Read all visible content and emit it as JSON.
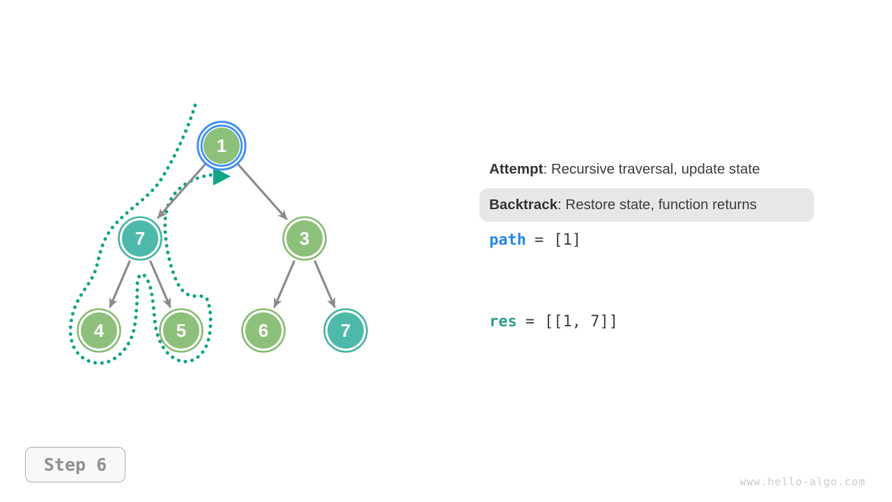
{
  "colors": {
    "node_green_fill": "#8DC07A",
    "node_green_ring": "#84BA6E",
    "node_teal_fill": "#4CB9AA",
    "node_teal_ring": "#3FB2A2",
    "highlight_blue": "#3E8EF5",
    "edge_gray": "#8A8A8A",
    "trace_teal": "#13A485",
    "keyword_blue": "#2589E9",
    "keyword_teal": "#2D9E90",
    "text_dark": "#3B3B3B",
    "backtrack_box_bg": "#E7E7E7"
  },
  "tree": {
    "nodes": [
      {
        "value": "1",
        "color": "green",
        "highlighted": true
      },
      {
        "value": "7",
        "color": "teal",
        "highlighted": false
      },
      {
        "value": "3",
        "color": "green",
        "highlighted": false
      },
      {
        "value": "4",
        "color": "green",
        "highlighted": false
      },
      {
        "value": "5",
        "color": "green",
        "highlighted": false
      },
      {
        "value": "6",
        "color": "green",
        "highlighted": false
      },
      {
        "value": "7",
        "color": "teal",
        "highlighted": false
      }
    ],
    "edges": [
      {
        "from": "1",
        "to": "7"
      },
      {
        "from": "1",
        "to": "3"
      },
      {
        "from": "7",
        "to": "4"
      },
      {
        "from": "7",
        "to": "5"
      },
      {
        "from": "3",
        "to": "6"
      },
      {
        "from": "3",
        "to": "7"
      }
    ],
    "trace": "backtracking route around left subtree (1-7-4-7-5-7-1) ending with arrowhead below root"
  },
  "legend": {
    "attempt_label": "Attempt",
    "attempt_text": ": Recursive traversal, update state",
    "backtrack_label": "Backtrack",
    "backtrack_text": ": Restore state, function returns"
  },
  "state": {
    "path": {
      "name": "path",
      "eq": "=",
      "value": "[1]"
    },
    "res": {
      "name": "res",
      "eq": "=",
      "value": "[[1, 7]]"
    }
  },
  "step": {
    "label": "Step 6"
  },
  "watermark": "www.hello-algo.com"
}
